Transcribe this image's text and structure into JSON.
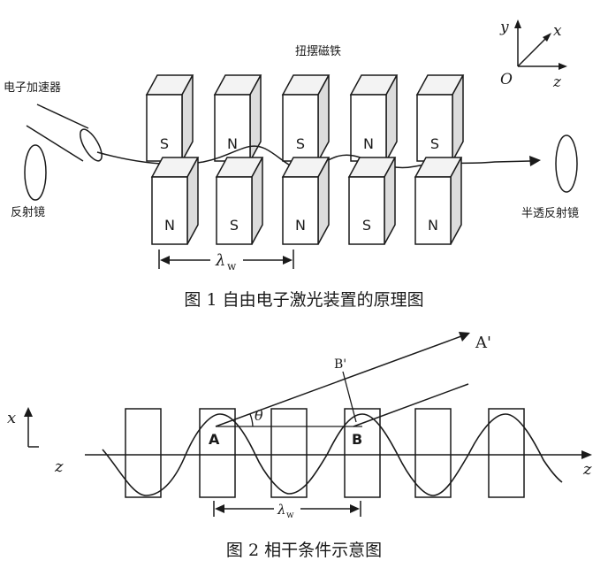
{
  "figure1": {
    "caption": "图 1 自由电子激光装置的原理图",
    "magnet_title": "扭摆磁铁",
    "accelerator_label": "电子加速器",
    "mirror_label": "反射镜",
    "half_mirror_label": "半透反射镜",
    "wavelength_label": "λ",
    "wavelength_sub": "w",
    "top_poles": [
      "S",
      "N",
      "S",
      "N",
      "S"
    ],
    "bottom_poles": [
      "N",
      "S",
      "N",
      "S",
      "N"
    ],
    "axes": {
      "y": "y",
      "x": "x",
      "z": "z",
      "origin": "O"
    }
  },
  "figure2": {
    "caption": "图 2 相干条件示意图",
    "point_a": "A",
    "point_b": "B",
    "point_a_prime": "A'",
    "point_b_prime": "B'",
    "angle": "θ",
    "axis_x": "x",
    "axis_z_left": "z",
    "axis_z_right": "z",
    "wavelength_label": "λ",
    "wavelength_sub": "w"
  }
}
